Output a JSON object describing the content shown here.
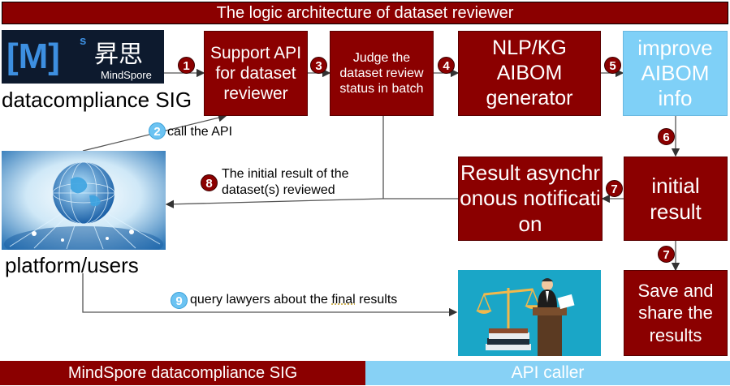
{
  "title": "The logic architecture of dataset reviewer",
  "logo": {
    "bracket_text": "[M]",
    "superscript": "s",
    "chinese_text": "昇思",
    "brand_text": "MindSpore"
  },
  "labels": {
    "datacompliance": "datacompliance SIG",
    "platform": "platform/users",
    "call_api": "call the API",
    "initial_result_line1": "The initial result of the",
    "initial_result_line2": "dataset(s) reviewed",
    "query_prefix": "query lawyers about the ",
    "query_underlined": "final",
    "query_suffix": " results"
  },
  "boxes": {
    "support_api": "Support API for dataset reviewer",
    "judge_batch": "Judge the dataset review status in batch",
    "nlp_kg": "NLP/KG AIBOM generator",
    "improve": "improve AIBOM info",
    "result_async": "Result asynchronous notification",
    "initial_result": "initial result",
    "save_share": "Save and share the results"
  },
  "steps": {
    "s1": "1",
    "s2": "2",
    "s3": "3",
    "s4": "4",
    "s5": "5",
    "s6": "6",
    "s7a": "7",
    "s7b": "7",
    "s8": "8",
    "s9": "9"
  },
  "footer": {
    "left": "MindSpore datacompliance SIG",
    "right": "API caller"
  },
  "colors": {
    "dark_red": "#8b0000",
    "light_blue": "#7fd0f7",
    "caller_blue": "#87d1f5"
  }
}
